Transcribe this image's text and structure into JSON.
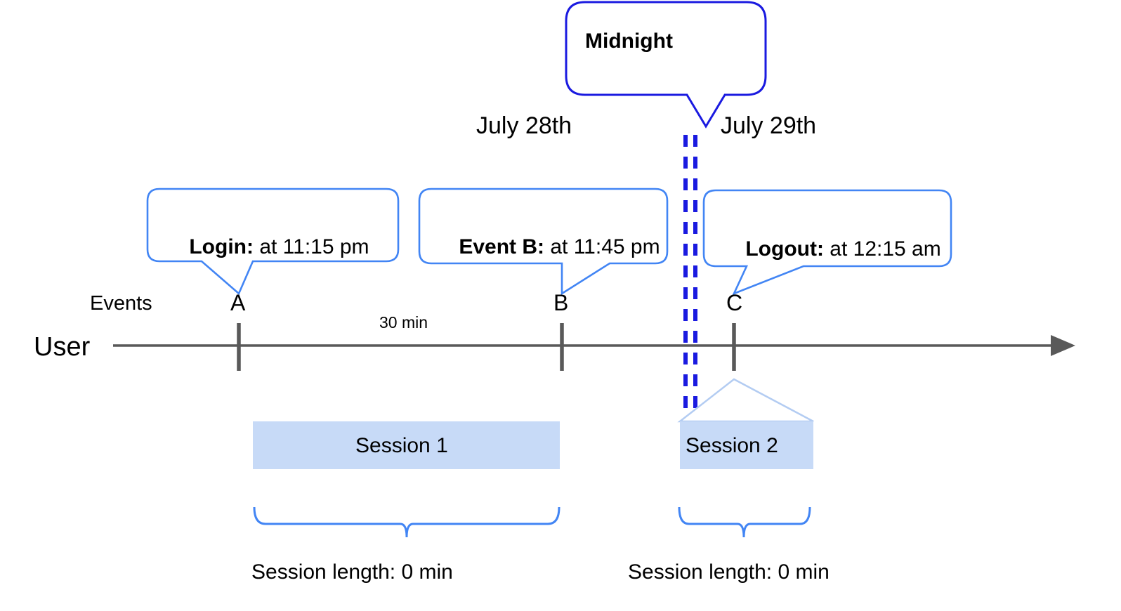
{
  "diagram": {
    "title_callout": {
      "label": "Midnight",
      "border_color": "#1A1AE0"
    },
    "dates": [
      {
        "label": "July 28th"
      },
      {
        "label": "July 29th"
      }
    ],
    "event_callouts": [
      {
        "lead": "Login:",
        "detail": " at 11:15 pm"
      },
      {
        "lead": "Event B:",
        "detail": " at 11:45 pm"
      },
      {
        "lead": "Logout:",
        "detail": " at 12:15 am"
      }
    ],
    "lanes": {
      "events_label": "Events",
      "user_label": "User"
    },
    "event_markers": [
      {
        "letter": "A"
      },
      {
        "letter": "B"
      },
      {
        "letter": "C"
      }
    ],
    "duration_label": "30 min",
    "sessions": [
      {
        "label": "Session 1",
        "caption": "Session length: 0 min"
      },
      {
        "label": "Session 2",
        "caption": "Session length: 0 min"
      }
    ],
    "colors": {
      "callout_border": "#4285F4",
      "midnight_border": "#1A1AE0",
      "midnight_divider": "#1A1AE0",
      "axis": "#595959",
      "tick": "#595959",
      "session_fill": "#C7DAF7",
      "session_edge": "#B3CCF2",
      "brace": "#4285F4"
    }
  }
}
